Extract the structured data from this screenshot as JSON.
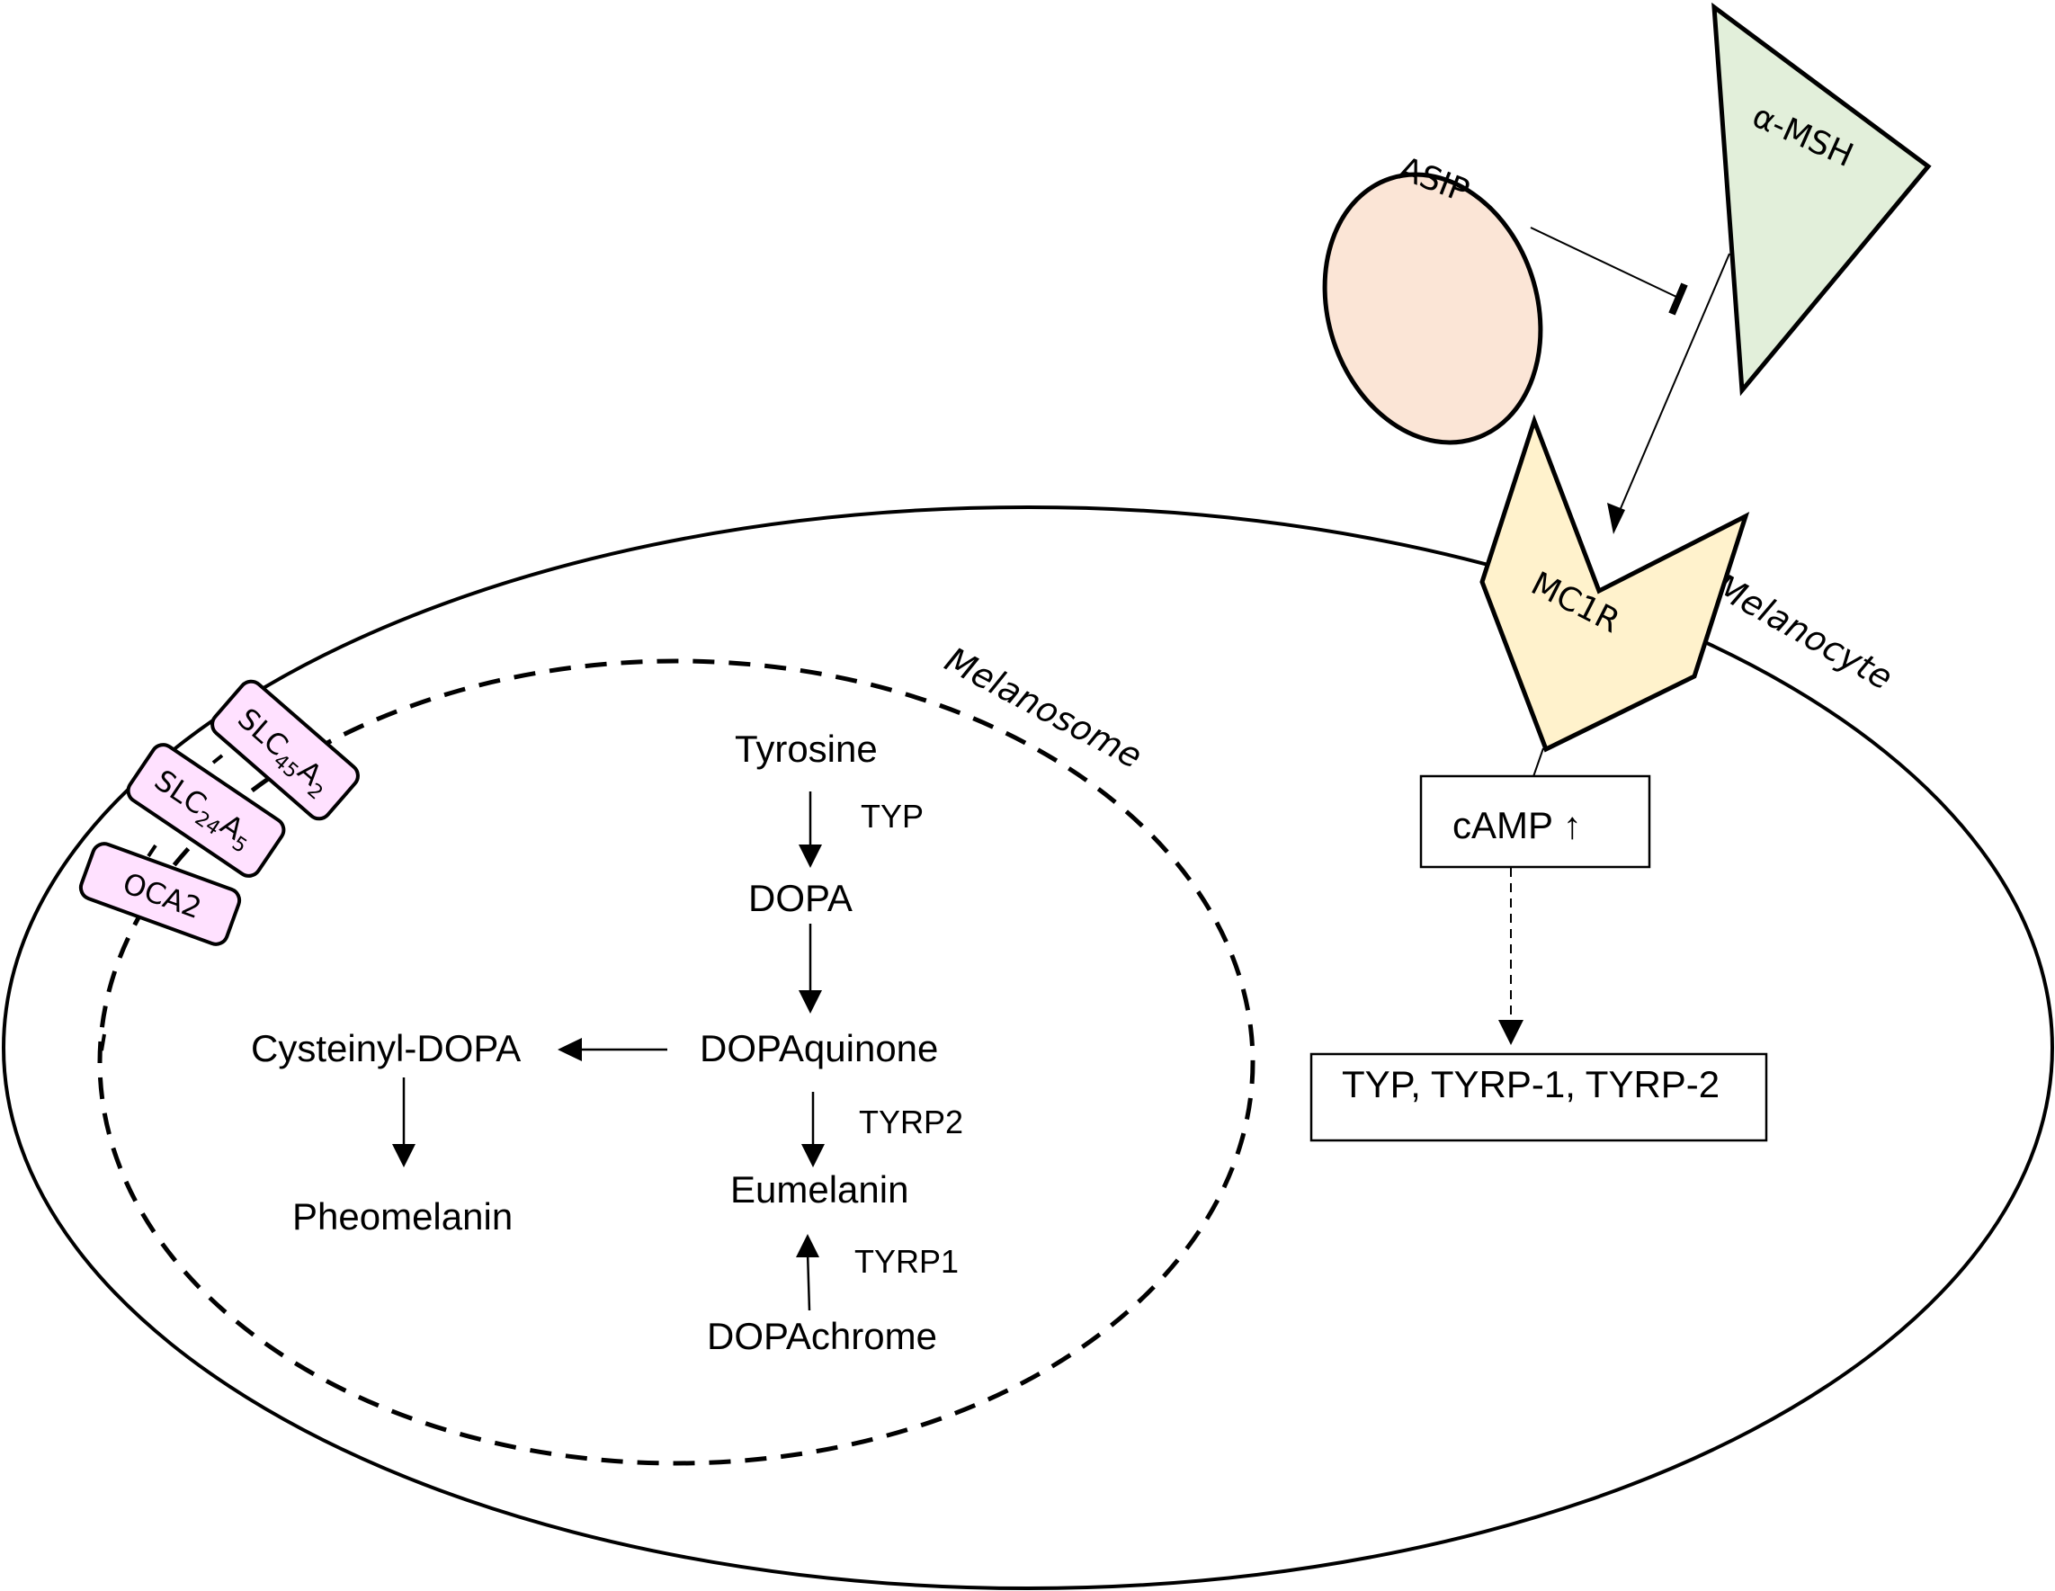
{
  "diagram": {
    "outer_compartment": {
      "label": "Melanocyte"
    },
    "inner_compartment": {
      "label": "Melanosome"
    },
    "ligands": {
      "asip": {
        "label": "ASIP",
        "fill": "#FBE5D6"
      },
      "alpha_msh": {
        "label": "α-MSH",
        "fill": "#E2EFDA"
      }
    },
    "receptor": {
      "label": "MC1R",
      "fill": "#FFF2CC"
    },
    "signaling": {
      "camp": {
        "label": "cAMP ↑"
      },
      "genes": {
        "label": "TYP, TYRP-1, TYRP-2"
      }
    },
    "transporters": {
      "fill": "#FFE1FF",
      "items": [
        {
          "base": "SLC",
          "sub1": "45",
          "mid": "A",
          "sub2": "2"
        },
        {
          "base": "SLC",
          "sub1": "24",
          "mid": "A",
          "sub2": "5"
        },
        {
          "base": "OCA2",
          "sub1": "",
          "mid": "",
          "sub2": ""
        }
      ]
    },
    "pathway": {
      "metabolites": {
        "tyrosine": "Tyrosine",
        "dopa": "DOPA",
        "dopaquinone": "DOPAquinone",
        "cysteinyl_dopa": "Cysteinyl-DOPA",
        "pheomelanin": "Pheomelanin",
        "eumelanin": "Eumelanin",
        "dopachrome": "DOPAchrome"
      },
      "enzymes": {
        "typ": "TYP",
        "tyrp2": "TYRP2",
        "tyrp1": "TYRP1"
      }
    },
    "edges": [
      {
        "from": "ASIP",
        "to": "α-MSH→MC1R",
        "type": "inhibition"
      },
      {
        "from": "α-MSH",
        "to": "MC1R",
        "type": "activation"
      },
      {
        "from": "MC1R",
        "to": "cAMP ↑",
        "type": "activation"
      },
      {
        "from": "cAMP ↑",
        "to": "TYP, TYRP-1, TYRP-2",
        "type": "indirect"
      },
      {
        "from": "Tyrosine",
        "to": "DOPA",
        "enzyme": "TYP"
      },
      {
        "from": "DOPA",
        "to": "DOPAquinone"
      },
      {
        "from": "DOPAquinone",
        "to": "Cysteinyl-DOPA"
      },
      {
        "from": "Cysteinyl-DOPA",
        "to": "Pheomelanin"
      },
      {
        "from": "DOPAquinone",
        "to": "Eumelanin",
        "enzyme": "TYRP2"
      },
      {
        "from": "DOPAchrome",
        "to": "Eumelanin",
        "enzyme": "TYRP1"
      }
    ]
  }
}
